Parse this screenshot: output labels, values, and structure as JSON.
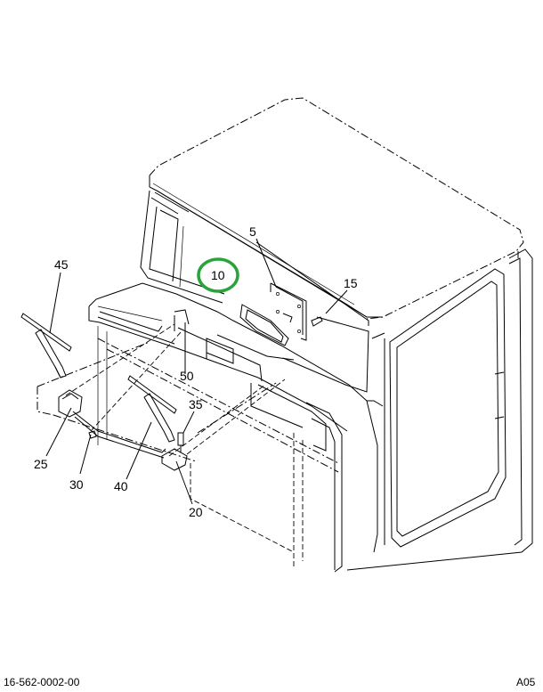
{
  "callouts": {
    "c5": "5",
    "c10": "10",
    "c15": "15",
    "c20": "20",
    "c25": "25",
    "c30": "30",
    "c35": "35",
    "c40": "40",
    "c45": "45",
    "c50": "50"
  },
  "highlight_color": "#2aa43a",
  "footer": {
    "part_number": "16-562-0002-00",
    "revision": "A05"
  }
}
